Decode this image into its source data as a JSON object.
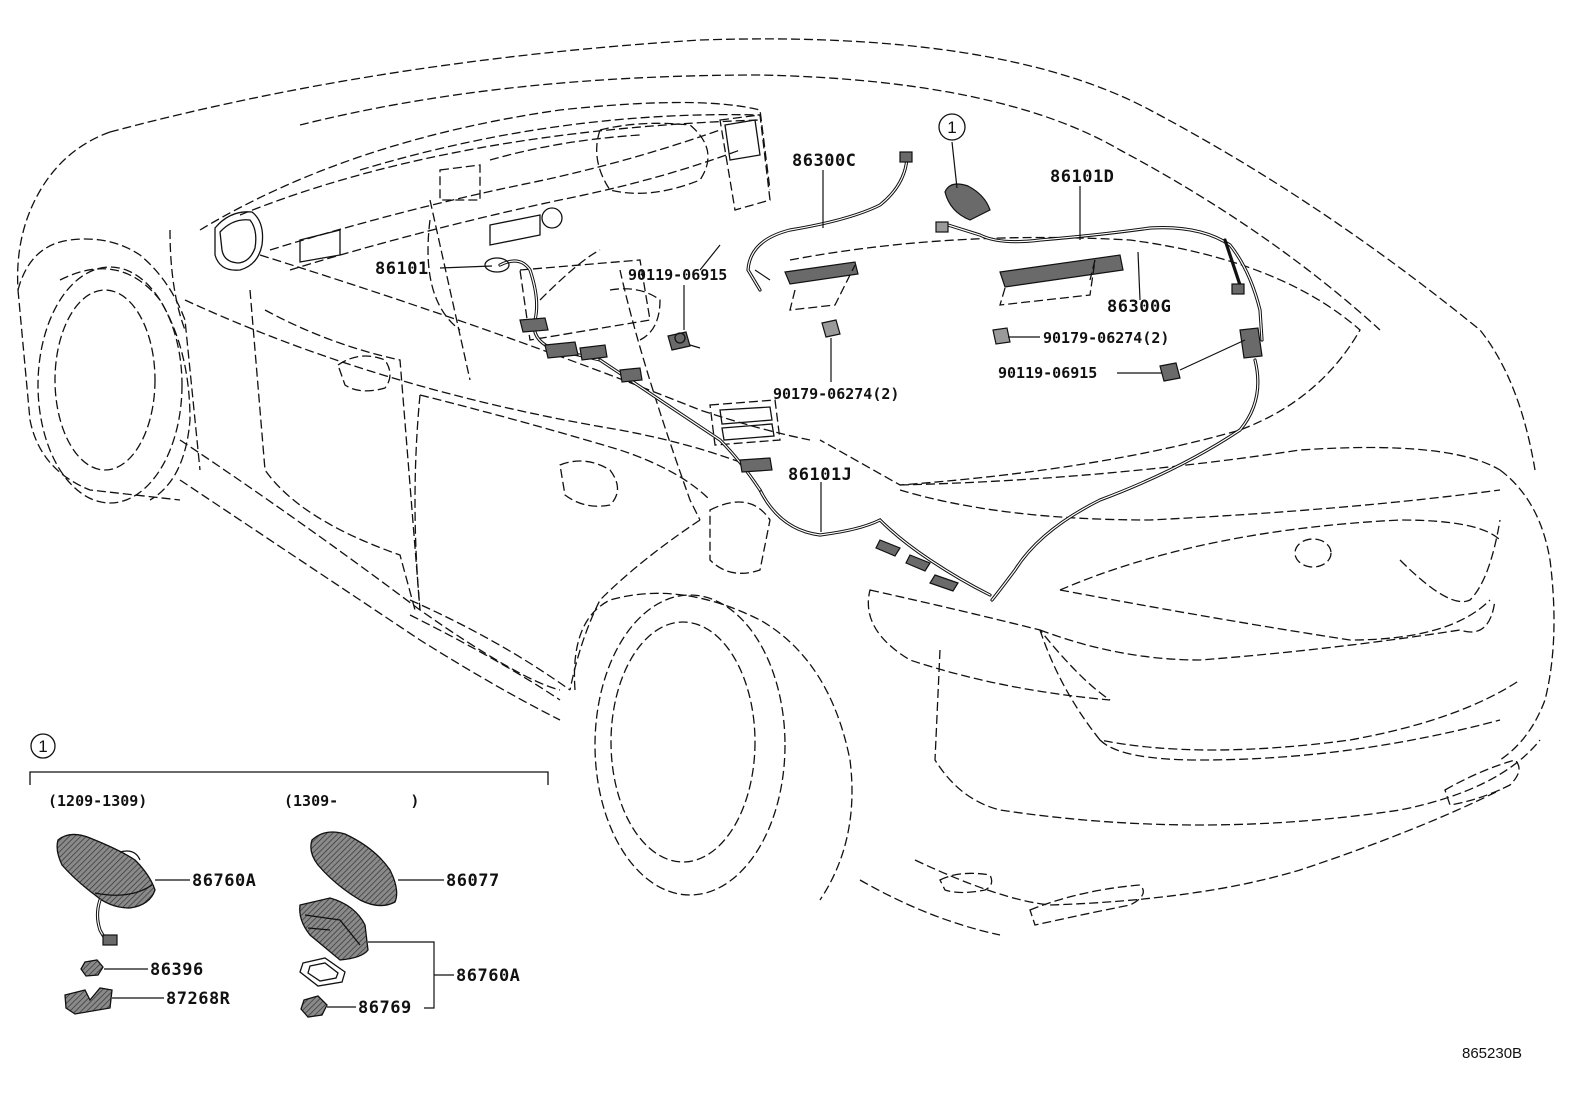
{
  "callouts": {
    "circle_ref": "1",
    "inset_ref": "1",
    "p86300C": "86300C",
    "p86101D": "86101D",
    "p86101": "86101",
    "p90119_06915_top": "90119-06915",
    "p86300G": "86300G",
    "p90179_06274_right": "90179-06274(2)",
    "p90119_06915_right": "90119-06915",
    "p90179_06274_center": "90179-06274(2)",
    "p86101J": "86101J"
  },
  "inset": {
    "left_range": "(1209-1309)",
    "right_range": "(1309-        )",
    "left_parts": [
      "86760A",
      "86396",
      "87268R"
    ],
    "right_parts": [
      "86077",
      "86760A",
      "86769"
    ]
  },
  "diagram_id": "865230B"
}
